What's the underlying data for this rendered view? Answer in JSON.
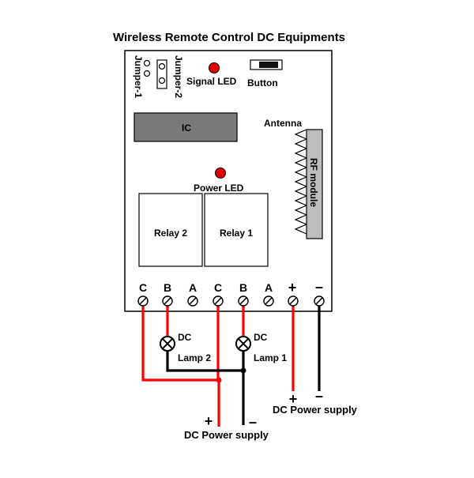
{
  "title": "Wireless Remote Control DC Equipments",
  "board": {
    "jumper1_label": "Jumper-1",
    "jumper2_label": "Jumper-2",
    "signal_led_label": "Signal LED",
    "button_label": "Button",
    "ic_label": "IC",
    "antenna_label": "Antenna",
    "rf_module_label": "RF module",
    "power_led_label": "Power LED",
    "relay2_label": "Relay 2",
    "relay1_label": "Relay 1"
  },
  "terminals": {
    "labels": [
      "C",
      "B",
      "A",
      "C",
      "B",
      "A",
      "+",
      "–"
    ]
  },
  "wiring": {
    "lamp2_label_line1": "DC",
    "lamp2_label_line2": "Lamp 2",
    "lamp1_label_line1": "DC",
    "lamp1_label_line2": "Lamp 1",
    "supply_right_plus": "+",
    "supply_right_minus": "–",
    "supply_right_label": "DC Power supply",
    "supply_bottom_plus": "+",
    "supply_bottom_minus": "–",
    "supply_bottom_label": "DC Power supply"
  },
  "colors": {
    "wire_red": "#ff0000",
    "wire_black": "#000000",
    "led_red": "#e00000",
    "ic_gray": "#7a7a7a",
    "rf_gray": "#bdbdbd"
  }
}
